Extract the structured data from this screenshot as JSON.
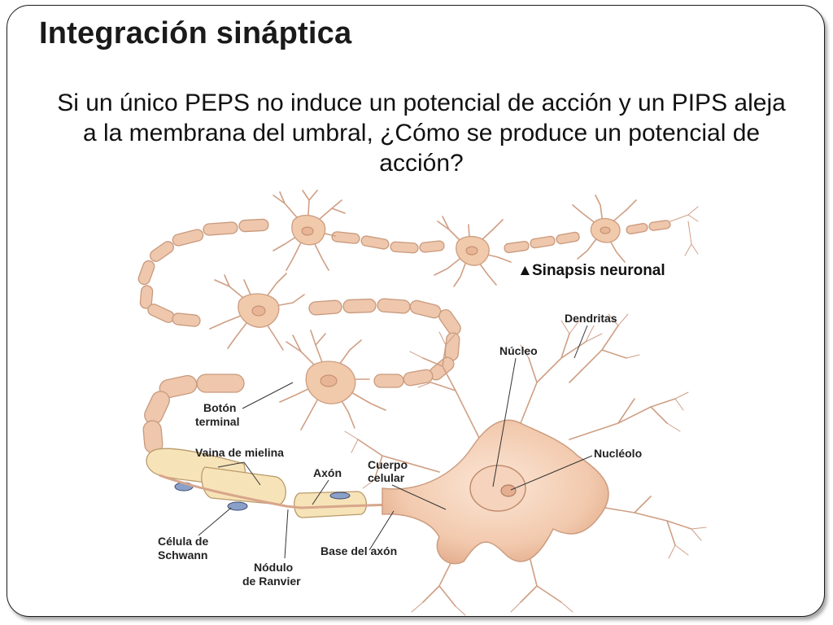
{
  "slide": {
    "title": "Integración sináptica",
    "question": "Si un único PEPS no induce un potencial de acción y un PIPS aleja a la membrana del umbral, ¿Cómo se produce un potencial de acción?"
  },
  "diagram": {
    "caption": "Sinapsis neuronal",
    "caption_marker": "▲",
    "labels": {
      "dendritas": "Dendritas",
      "nucleo": "Núcleo",
      "nucleolo": "Nucléolo",
      "boton_1": "Botón",
      "boton_2": "terminal",
      "vaina": "Vaina de mielina",
      "axon": "Axón",
      "cuerpo_1": "Cuerpo",
      "cuerpo_2": "celular",
      "celula_1": "Célula de",
      "celula_2": "Schwann",
      "nodulo_1": "Nódulo",
      "nodulo_2": "de Ranvier",
      "base": "Base del axón"
    }
  },
  "colors": {
    "neuron": "#f1c9ab",
    "myelin": "#f7e3b8",
    "schwann_nucleus": "#8aa0c8",
    "frame": "#1a1a1a"
  }
}
